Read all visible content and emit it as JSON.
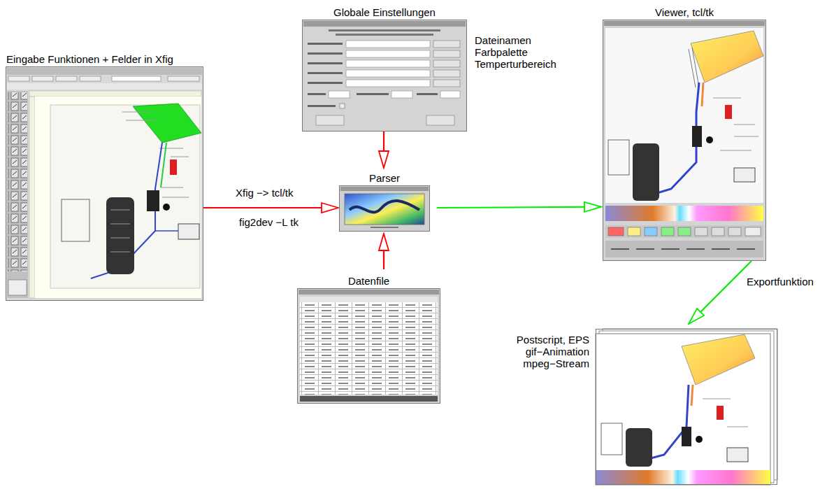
{
  "diagram": {
    "nodes": [
      {
        "text": [
          "Eingabe Funktionen + Felder in Xfig"
        ]
      },
      {
        "text": [
          "Globale Einstellungen",
          "Dateinamen Farbpalette Temperturbereich"
        ]
      },
      {
        "text": [
          "Parser"
        ]
      },
      {
        "text": [
          "Datenfile"
        ]
      },
      {
        "text": [
          "Viewer, tcl/tk"
        ]
      },
      {
        "text": [
          "Postscript, EPS gif−Animation mpeg−Stream"
        ]
      }
    ],
    "edges": [
      {
        "from": 0,
        "to": 2,
        "arrow": "to",
        "label": "Xfig −> tcl/tk"
      },
      {
        "from": 1,
        "to": 2,
        "arrow": "to"
      },
      {
        "from": 3,
        "to": 2,
        "arrow": "to"
      },
      {
        "from": 2,
        "to": 4,
        "arrow": "to"
      },
      {
        "from": 4,
        "to": 5,
        "arrow": "to",
        "label": "Exportfunktion"
      }
    ],
    "labels": [
      "fig2dev −L tk"
    ]
  }
}
